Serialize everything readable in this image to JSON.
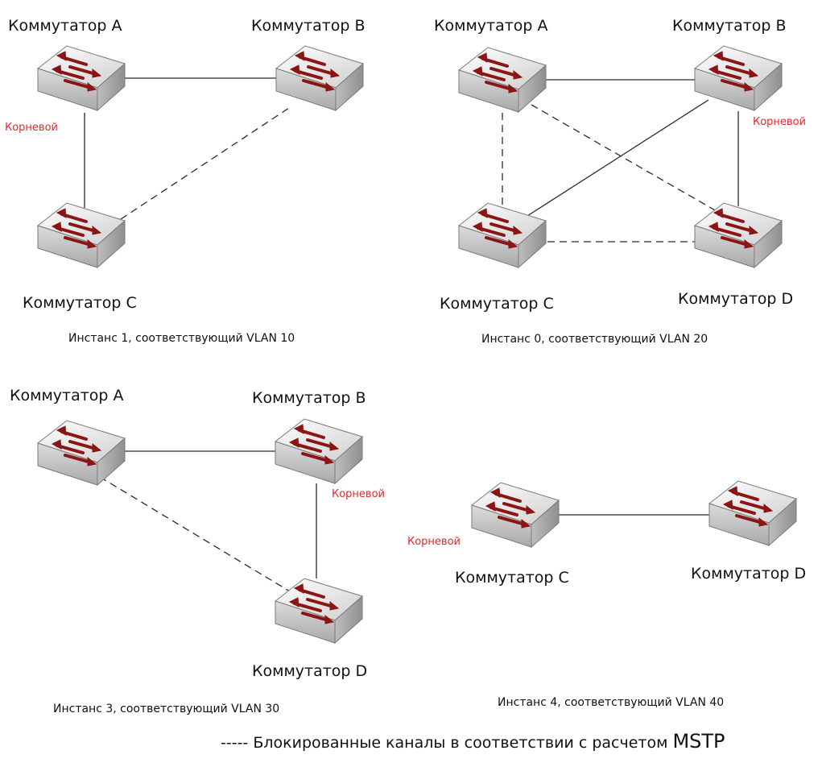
{
  "diagrams": [
    {
      "caption": "Инстанс 1, соответствующий VLAN 10",
      "switches": [
        {
          "id": "A",
          "label": "Коммутатор A"
        },
        {
          "id": "B",
          "label": "Коммутатор B"
        },
        {
          "id": "C",
          "label": "Коммутатор C"
        }
      ],
      "root_label": "Корневой",
      "links": [
        {
          "from": "A",
          "to": "B",
          "blocked": false
        },
        {
          "from": "A",
          "to": "C",
          "blocked": false
        },
        {
          "from": "B",
          "to": "C",
          "blocked": true
        }
      ]
    },
    {
      "caption": "Инстанс 0, соответствующий VLAN 20",
      "switches": [
        {
          "id": "A",
          "label": "Коммутатор A"
        },
        {
          "id": "B",
          "label": "Коммутатор B"
        },
        {
          "id": "C",
          "label": "Коммутатор C"
        },
        {
          "id": "D",
          "label": "Коммутатор D"
        }
      ],
      "root_label": "Корневой",
      "links": [
        {
          "from": "A",
          "to": "B",
          "blocked": false
        },
        {
          "from": "B",
          "to": "C",
          "blocked": false
        },
        {
          "from": "B",
          "to": "D",
          "blocked": false
        },
        {
          "from": "A",
          "to": "C",
          "blocked": true
        },
        {
          "from": "A",
          "to": "D",
          "blocked": true
        },
        {
          "from": "C",
          "to": "D",
          "blocked": true
        }
      ]
    },
    {
      "caption": "Инстанс 3, соответствующий VLAN 30",
      "switches": [
        {
          "id": "A",
          "label": "Коммутатор A"
        },
        {
          "id": "B",
          "label": "Коммутатор B"
        },
        {
          "id": "D",
          "label": "Коммутатор D"
        }
      ],
      "root_label": "Корневой",
      "links": [
        {
          "from": "A",
          "to": "B",
          "blocked": false
        },
        {
          "from": "B",
          "to": "D",
          "blocked": false
        },
        {
          "from": "A",
          "to": "D",
          "blocked": true
        }
      ]
    },
    {
      "caption": "Инстанс 4, соответствующий VLAN 40",
      "switches": [
        {
          "id": "C",
          "label": "Коммутатор C"
        },
        {
          "id": "D",
          "label": "Коммутатор D"
        }
      ],
      "root_label": "Корневой",
      "links": [
        {
          "from": "C",
          "to": "D",
          "blocked": false
        }
      ]
    }
  ],
  "legend": {
    "dashes": "-----",
    "text": "Блокированные каналы в соответствии с расчетом",
    "protocol": "MSTP"
  },
  "colors": {
    "root_label": "#e8262c",
    "arrow": "#8b1414",
    "link": "#2a2a2a"
  }
}
